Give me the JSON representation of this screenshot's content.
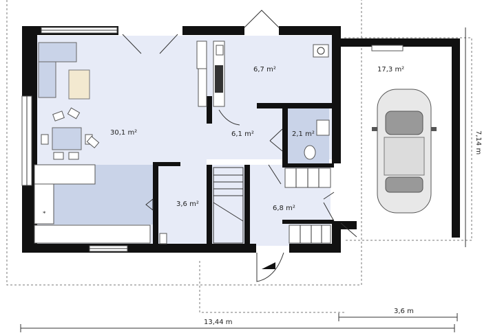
{
  "rooms": {
    "living": "30,1 m²",
    "kitchen_store": "3,6 m²",
    "hall_upper": "6,7 m²",
    "corridor": "6,1 m²",
    "bathroom": "2,1 m²",
    "hall_lower": "6,8 m²",
    "garage": "17,3 m²"
  },
  "dimensions": {
    "total_width": "13,44 m",
    "garage_width": "3,6 m",
    "depth": "7,14 m"
  },
  "colors": {
    "floor_fill": "#e7ebf7",
    "kitchen_fill": "#c9d3e8",
    "wall": "#111111"
  }
}
